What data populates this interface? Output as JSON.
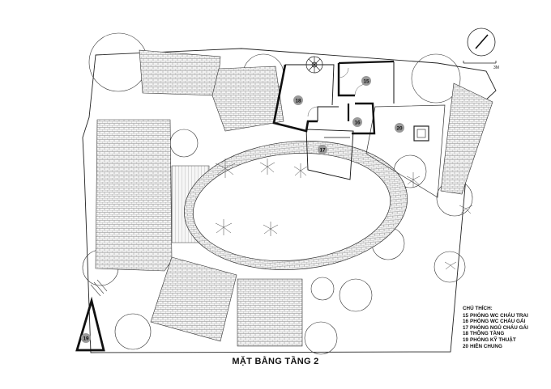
{
  "drawing": {
    "title": "MẶT BẰNG TẦNG 2",
    "scale_label": "3M"
  },
  "rooms": [
    {
      "num": "15",
      "name": "PHÒNG WC CHÁU TRAI"
    },
    {
      "num": "16",
      "name": "PHÒNG WC CHÁU GÁI"
    },
    {
      "num": "17",
      "name": "PHÒNG NGỦ CHÁU GÁI"
    },
    {
      "num": "18",
      "name": "THÔNG TẦNG"
    },
    {
      "num": "19",
      "name": "PHÒNG KỸ THUẬT"
    },
    {
      "num": "20",
      "name": "HIÊN CHUNG"
    }
  ],
  "legend": {
    "title": "CHÚ THÍCH:"
  },
  "colors": {
    "line": "#222222",
    "marker": "#9a9a9a",
    "hatch": "#8a8a8a"
  }
}
